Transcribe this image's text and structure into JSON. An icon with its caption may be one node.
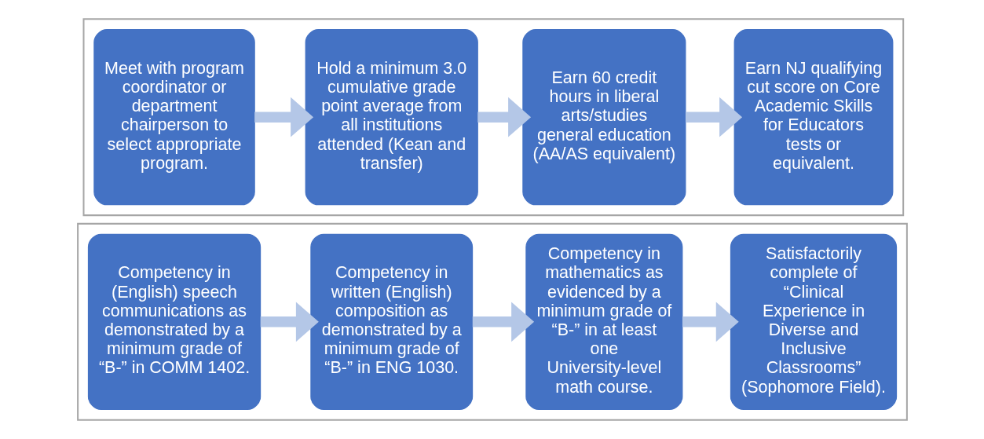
{
  "diagram": {
    "nodes": [
      {
        "text": [],
        "shape": "box"
      },
      {
        "text": [
          "Meet with program coordinator or department chairperson to select appropriate program."
        ],
        "in": 0
      },
      {
        "text": [
          "Hold a minimum 3.0 cumulative grade point average from all institutions attended (Kean and transfer)"
        ],
        "in": 0
      },
      {
        "text": [
          "Earn 60 credit hours in liberal arts/studies general education (AA/AS equivalent)"
        ],
        "in": 0
      },
      {
        "text": [
          "Earn NJ qualifying cut score on Core Academic Skills for Educators tests or equivalent."
        ],
        "in": 0
      },
      {
        "text": [],
        "shape": "box"
      },
      {
        "text": [
          "Competency in (English) speech communications as demonstrated by a minimum grade of “B-” in COMM 1402."
        ],
        "in": 5
      },
      {
        "text": [
          "Competency in written (English) composition as demonstrated by a minimum grade of “B-” in ENG 1030."
        ],
        "in": 5
      },
      {
        "text": [
          "Competency in mathematics as evidenced by a minimum grade of “B-” in at least one University-level math course."
        ],
        "in": 5
      },
      {
        "text": [
          "Satisfactorily complete of “Clinical Experience in Diverse and Inclusive Classrooms” (Sophomore Field)."
        ],
        "in": 5
      }
    ],
    "edges": [
      {
        "from": 1,
        "to": 2,
        "arrow": "to"
      },
      {
        "from": 2,
        "to": 3,
        "arrow": "to"
      },
      {
        "from": 3,
        "to": 4,
        "arrow": "to"
      },
      {
        "from": 6,
        "to": 7,
        "arrow": "to"
      },
      {
        "from": 7,
        "to": 8,
        "arrow": "to"
      },
      {
        "from": 8,
        "to": 9,
        "arrow": "to"
      }
    ]
  }
}
